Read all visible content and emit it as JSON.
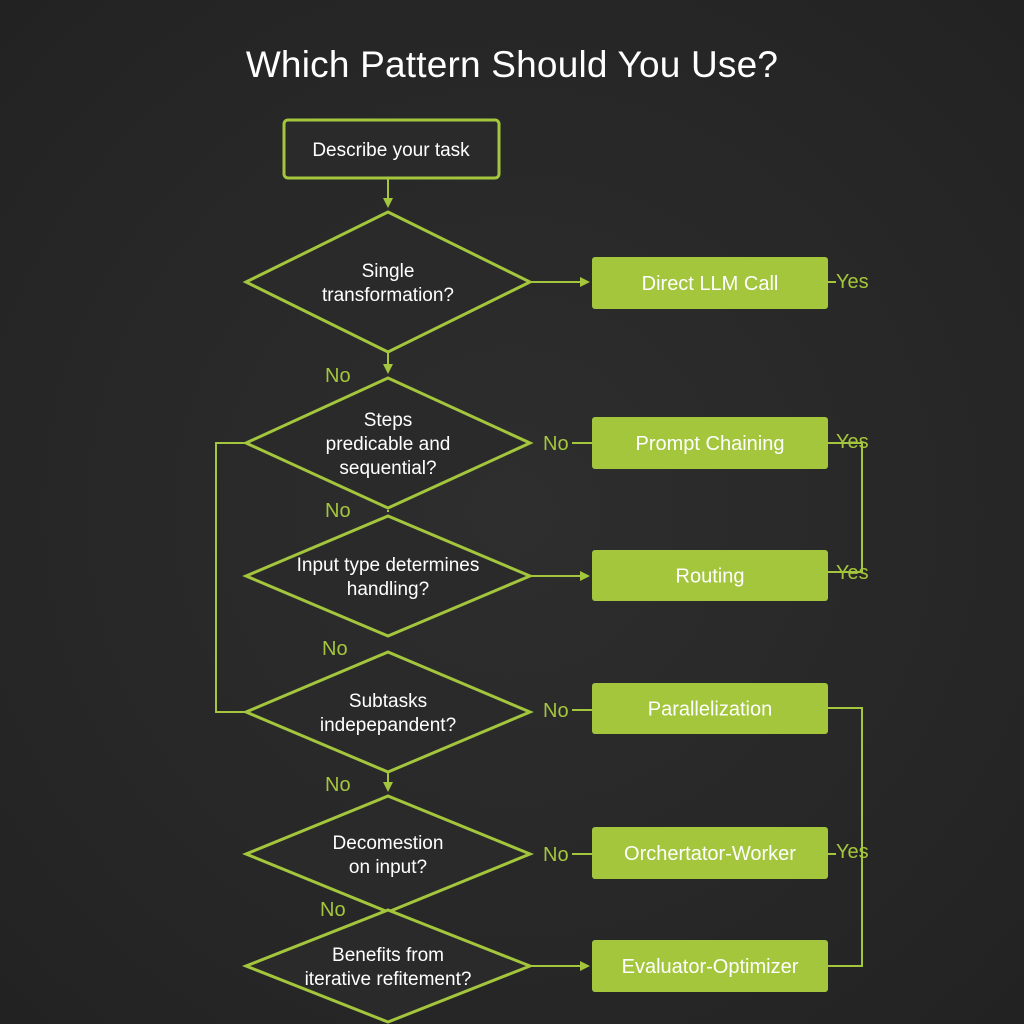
{
  "title": "Which Pattern Should You Use?",
  "colors": {
    "accent": "#a4c63d",
    "background": "#2a2a2a",
    "text": "#ffffff"
  },
  "start_node": {
    "label": "Describe your task"
  },
  "decisions": [
    {
      "lines": [
        "Single",
        "transformation?"
      ]
    },
    {
      "lines": [
        "Steps",
        "predicable and",
        "sequential?"
      ]
    },
    {
      "lines": [
        "Input type determines",
        "handling?"
      ]
    },
    {
      "lines": [
        "Subtasks",
        "indepepandent?"
      ]
    },
    {
      "lines": [
        "Decomestion",
        "on input?"
      ]
    },
    {
      "lines": [
        "Benefits from",
        "iterative refitement?"
      ]
    }
  ],
  "outcomes": [
    {
      "label": "Direct LLM Call"
    },
    {
      "label": "Prompt Chaining"
    },
    {
      "label": "Routing"
    },
    {
      "label": "Parallelization"
    },
    {
      "label": "Orchertator-Worker"
    },
    {
      "label": "Evaluator-Optimizer"
    }
  ],
  "edge_labels": {
    "no_down": [
      "No",
      "No",
      "No",
      "No",
      "No"
    ],
    "no_right": [
      "No",
      "No",
      "No"
    ],
    "yes_right": [
      "Yes",
      "Yes",
      "Yes",
      "Yes"
    ]
  }
}
